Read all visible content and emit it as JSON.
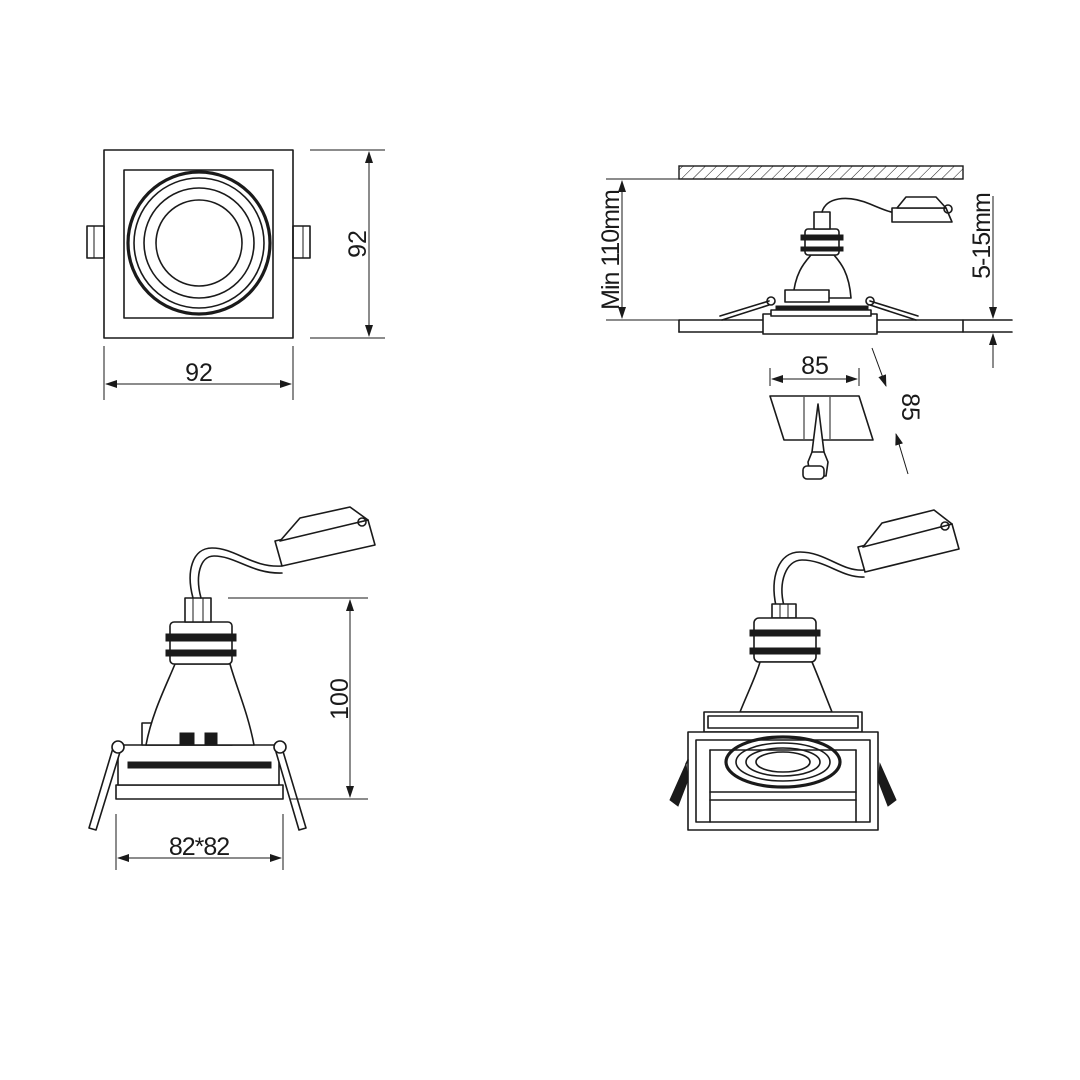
{
  "dimensions": {
    "top_width": "92",
    "top_height": "92",
    "min_depth": "Min 110mm",
    "ceiling_thickness": "5-15mm",
    "cutout_width": "85",
    "cutout_depth": "85",
    "side_height": "100",
    "side_width": "82*82"
  },
  "colors": {
    "line": "#1a1a1a",
    "background": "#ffffff"
  }
}
